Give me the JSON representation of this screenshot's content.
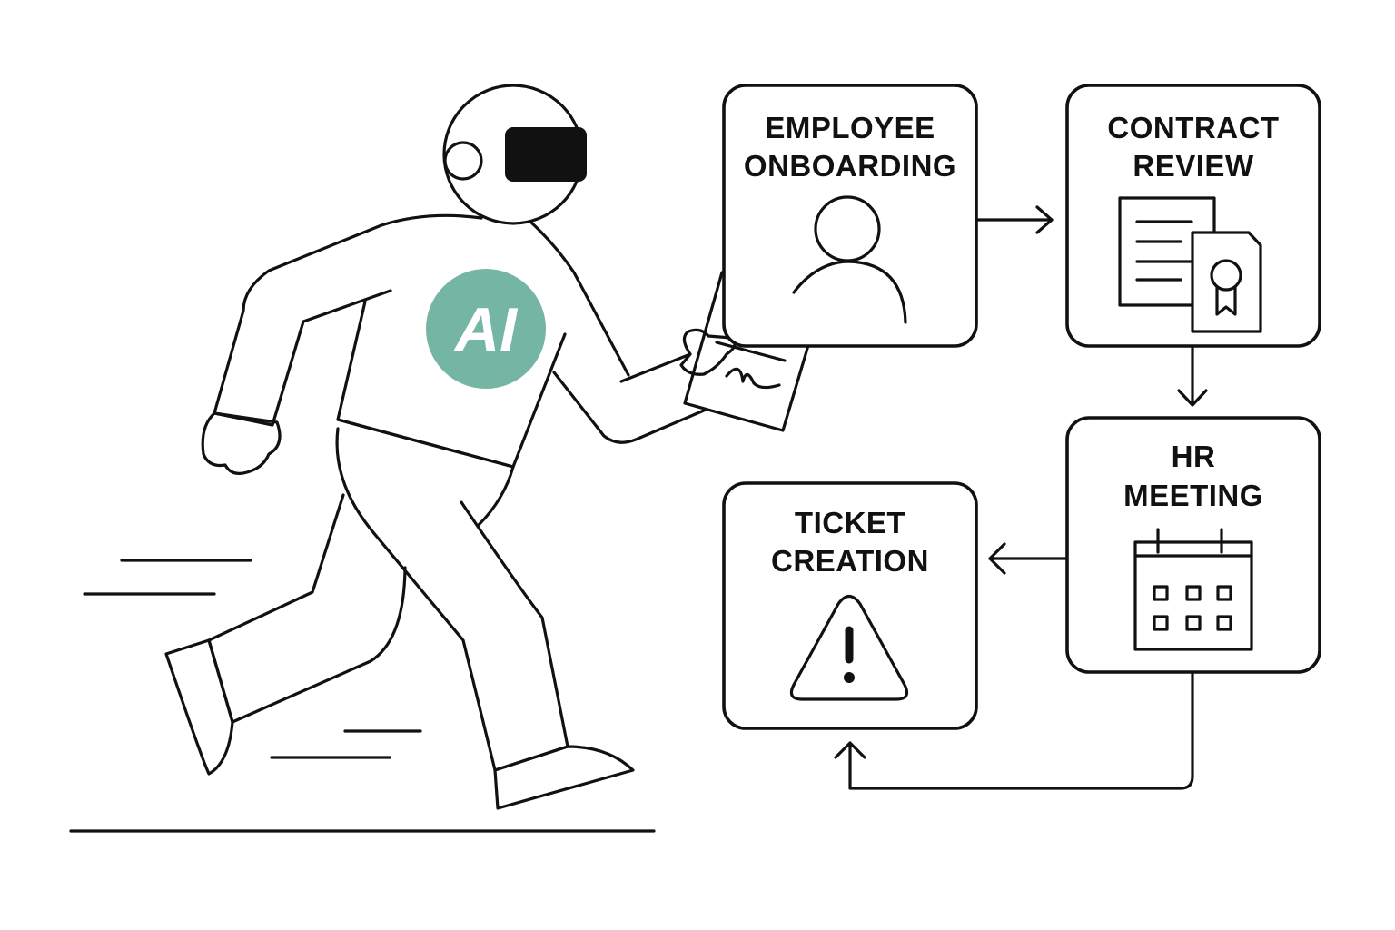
{
  "colors": {
    "ink": "#111111",
    "badge": "#74b6a3",
    "badge_text": "#ffffff",
    "background": "#ffffff"
  },
  "robot": {
    "badge_text": "AI"
  },
  "nodes": [
    {
      "id": "employee-onboarding",
      "line1": "EMPLOYEE",
      "line2": "ONBOARDING",
      "icon": "person-icon"
    },
    {
      "id": "contract-review",
      "line1": "CONTRACT",
      "line2": "REVIEW",
      "icon": "contract-document-icon"
    },
    {
      "id": "hr-meeting",
      "line1": "HR",
      "line2": "MEETING",
      "icon": "calendar-icon"
    },
    {
      "id": "ticket-creation",
      "line1": "TICKET",
      "line2": "CREATION",
      "icon": "warning-icon"
    }
  ],
  "edges": [
    {
      "from": "employee-onboarding",
      "to": "contract-review"
    },
    {
      "from": "contract-review",
      "to": "hr-meeting"
    },
    {
      "from": "hr-meeting",
      "to": "ticket-creation"
    },
    {
      "from": "hr-meeting",
      "to": "ticket-creation"
    }
  ]
}
